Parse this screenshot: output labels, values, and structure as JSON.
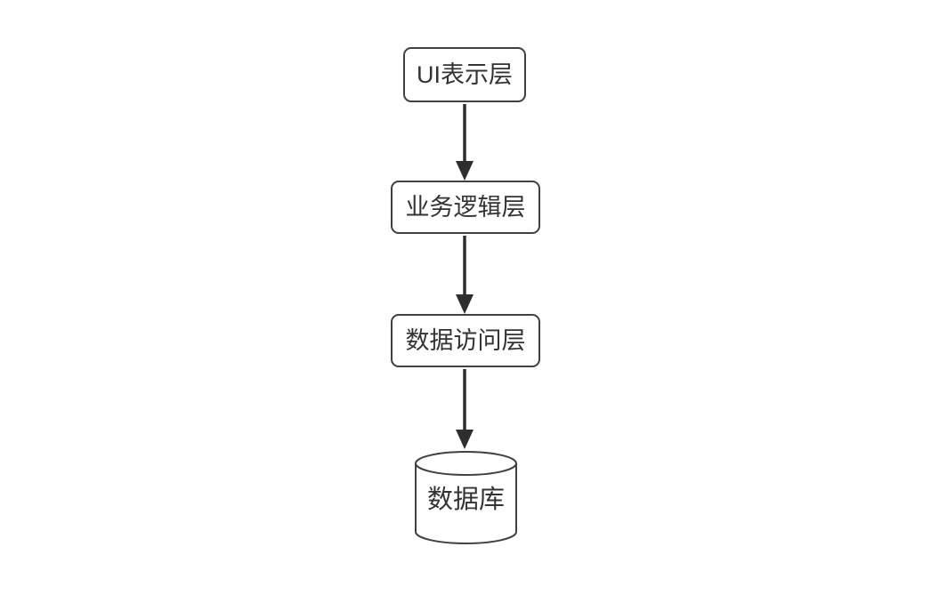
{
  "diagram": {
    "title": "three-tier-architecture-flowchart",
    "nodes": [
      {
        "id": "ui-layer",
        "label": "UI表示层",
        "shape": "rounded-rectangle"
      },
      {
        "id": "business-logic-layer",
        "label": "业务逻辑层",
        "shape": "rounded-rectangle"
      },
      {
        "id": "data-access-layer",
        "label": "数据访问层",
        "shape": "rounded-rectangle"
      },
      {
        "id": "database",
        "label": "数据库",
        "shape": "cylinder"
      }
    ],
    "edges": [
      {
        "from": "ui-layer",
        "to": "business-logic-layer",
        "style": "solid-arrow"
      },
      {
        "from": "business-logic-layer",
        "to": "data-access-layer",
        "style": "solid-arrow"
      },
      {
        "from": "data-access-layer",
        "to": "database",
        "style": "solid-arrow"
      }
    ],
    "colors": {
      "background": "#ffffff",
      "node_border": "#404040",
      "node_fill": "#ffffff",
      "text": "#333333",
      "arrow": "#2e2e2e"
    }
  }
}
